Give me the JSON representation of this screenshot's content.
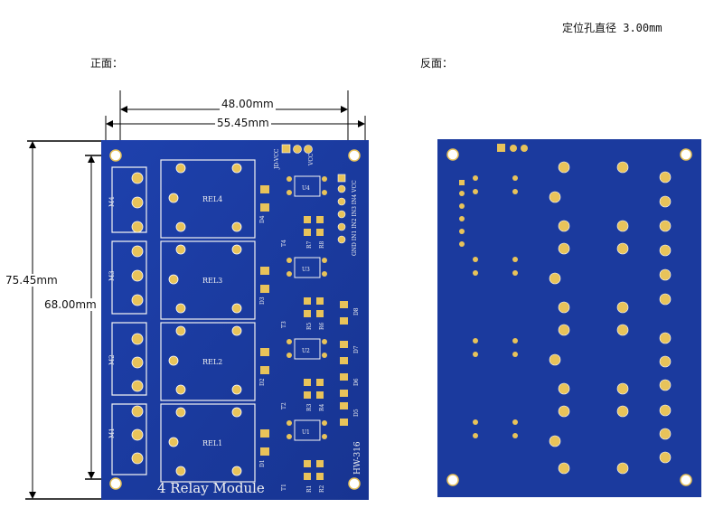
{
  "header": {
    "hole_spec": "定位孔直径 3.00mm"
  },
  "views": {
    "front_label": "正面：",
    "back_label": "反面："
  },
  "dimensions": {
    "width_inner": "48.00mm",
    "width_outer": "55.45mm",
    "height_outer": "75.45mm",
    "height_inner": "68.00mm"
  },
  "board": {
    "module_name": "4 Relay Module",
    "model": "HW-316",
    "relays": [
      "REL4",
      "REL3",
      "REL2",
      "REL1"
    ],
    "terminals": [
      "M4",
      "M3",
      "M2",
      "M1"
    ],
    "pins_top": "JD-VCC",
    "pins_vcc": "VCC",
    "pins_row": "GND IN1 IN2 IN3 IN4 VCC",
    "leds": [
      "D4",
      "D3",
      "D2",
      "D1"
    ],
    "leds_right": [
      "D8",
      "D7",
      "D6",
      "D5"
    ],
    "optos": [
      "U4",
      "U3",
      "U2",
      "U1"
    ],
    "transistors": [
      "T4",
      "T3",
      "T2",
      "T1"
    ],
    "resistors": [
      "R7",
      "R8",
      "R5",
      "R6",
      "R3",
      "R4",
      "R1",
      "R2"
    ],
    "colors": {
      "pcb": "#1b3a9e",
      "pcb_dark": "#122a80",
      "pad": "#e8c35a",
      "silk": "#f2f2f2"
    }
  }
}
